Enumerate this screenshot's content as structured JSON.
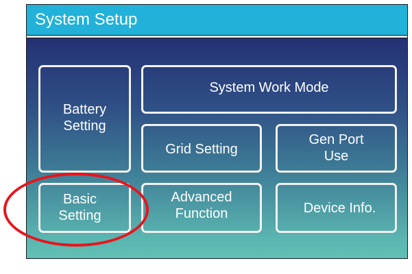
{
  "header": {
    "title": "System Setup"
  },
  "buttons": {
    "battery": "Battery\nSetting",
    "work_mode": "System Work Mode",
    "grid": "Grid Setting",
    "gen_port": "Gen Port\nUse",
    "basic": "Basic\nSetting",
    "advanced": "Advanced\nFunction",
    "device_info": "Device Info."
  },
  "annotation": {
    "highlighted": "Basic Setting",
    "color": "#e8141c"
  },
  "colors": {
    "header": "#22b1d9",
    "panel_top": "#222a70",
    "panel_bottom": "#61c0b4"
  }
}
